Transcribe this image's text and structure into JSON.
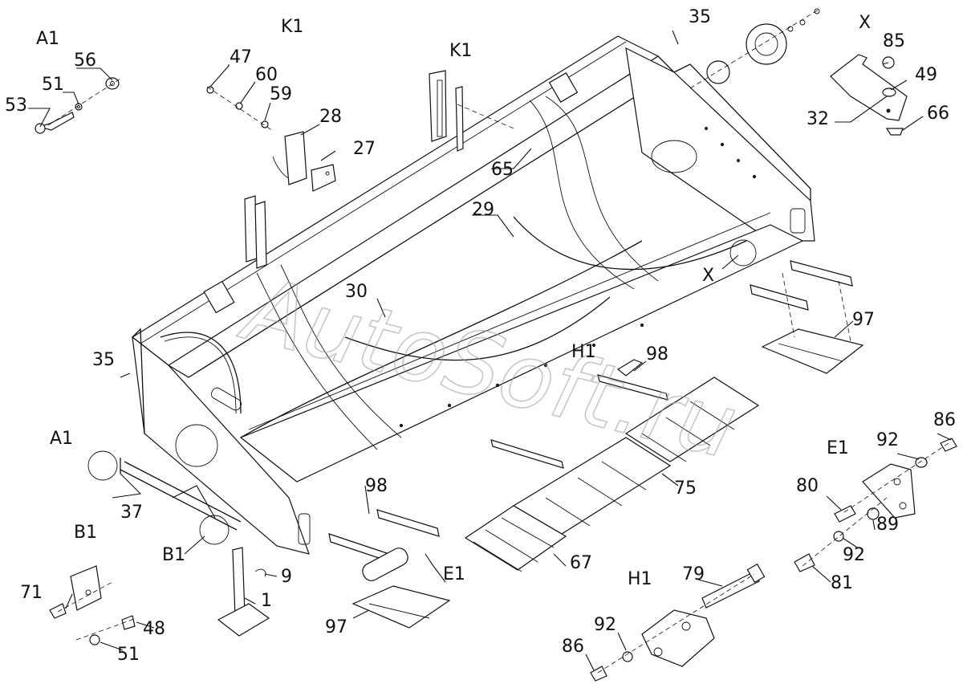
{
  "watermark": "AutoSoft.ru",
  "view_labels": {
    "a1_top": "A1",
    "k1_top": "K1",
    "k1_mid": "K1",
    "x_top": "X",
    "x_mid": "X",
    "a1_left": "A1",
    "b1_left": "B1",
    "b1_mid": "B1",
    "e1_right": "E1",
    "e1_mid": "E1",
    "h1_mid": "H1",
    "h1_bottom": "H1"
  },
  "callouts": {
    "c53": "53",
    "c51a": "51",
    "c56": "56",
    "c47": "47",
    "c60": "60",
    "c59": "59",
    "c28": "28",
    "c27": "27",
    "c65": "65",
    "c29": "29",
    "c30": "30",
    "c35a": "35",
    "c35b": "35",
    "c85": "85",
    "c49": "49",
    "c32": "32",
    "c66": "66",
    "c97a": "97",
    "c98a": "98",
    "c75": "75",
    "c67": "67",
    "c98b": "98",
    "c97b": "97",
    "c86a": "86",
    "c92a": "92",
    "c80": "80",
    "c89": "89",
    "c92b": "92",
    "c81": "81",
    "c79": "79",
    "c92c": "92",
    "c86b": "86",
    "c37": "37",
    "c9": "9",
    "c1": "1",
    "c71": "71",
    "c48": "48",
    "c51b": "51"
  }
}
